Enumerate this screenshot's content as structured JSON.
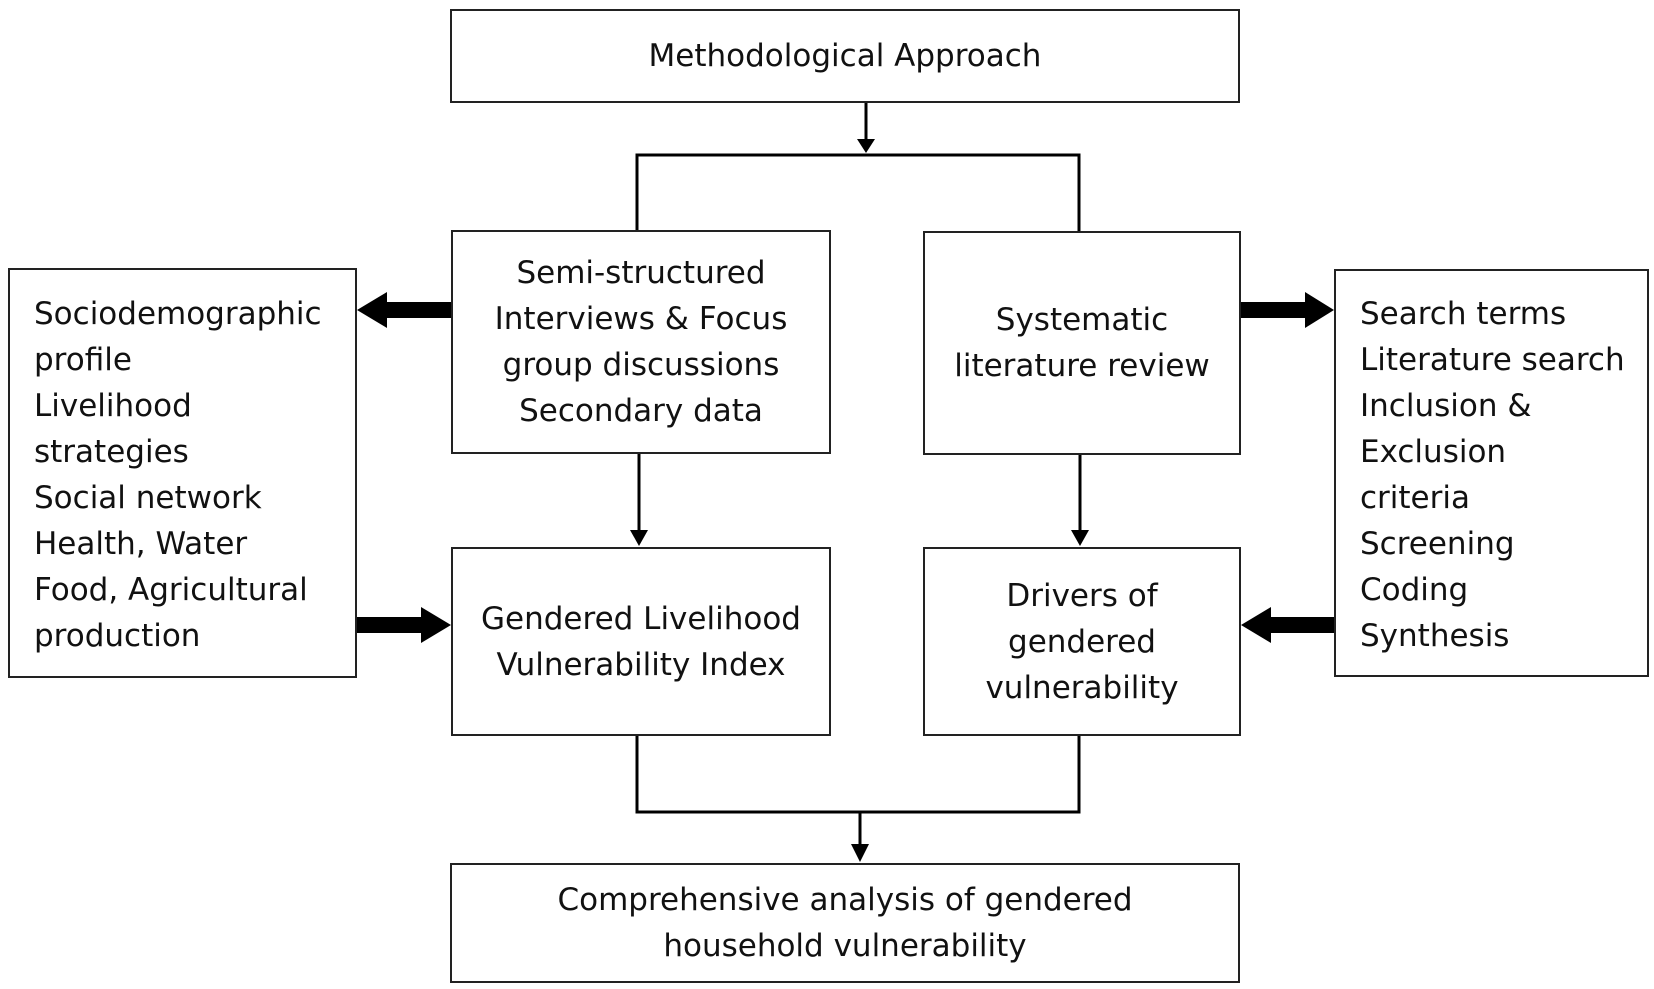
{
  "diagram": {
    "top": {
      "text": "Methodological Approach"
    },
    "interviews": {
      "lines": [
        "Semi-structured",
        "Interviews & Focus",
        "group discussions",
        "Secondary data"
      ]
    },
    "review": {
      "lines": [
        "Systematic",
        "literature review"
      ]
    },
    "glvi": {
      "lines": [
        "Gendered Livelihood",
        "Vulnerability Index"
      ]
    },
    "drivers": {
      "lines": [
        "Drivers of",
        "gendered",
        "vulnerability"
      ]
    },
    "bottom": {
      "lines": [
        "Comprehensive analysis of gendered",
        "household vulnerability"
      ]
    },
    "left_panel": {
      "lines": [
        "Sociodemographic",
        "profile",
        "Livelihood",
        "strategies",
        "Social network",
        "Health, Water",
        "Food, Agricultural",
        "production"
      ]
    },
    "right_panel": {
      "lines": [
        "Search terms",
        "Literature search",
        "Inclusion &",
        "Exclusion",
        "criteria",
        "Screening",
        "Coding",
        "Synthesis"
      ]
    }
  }
}
